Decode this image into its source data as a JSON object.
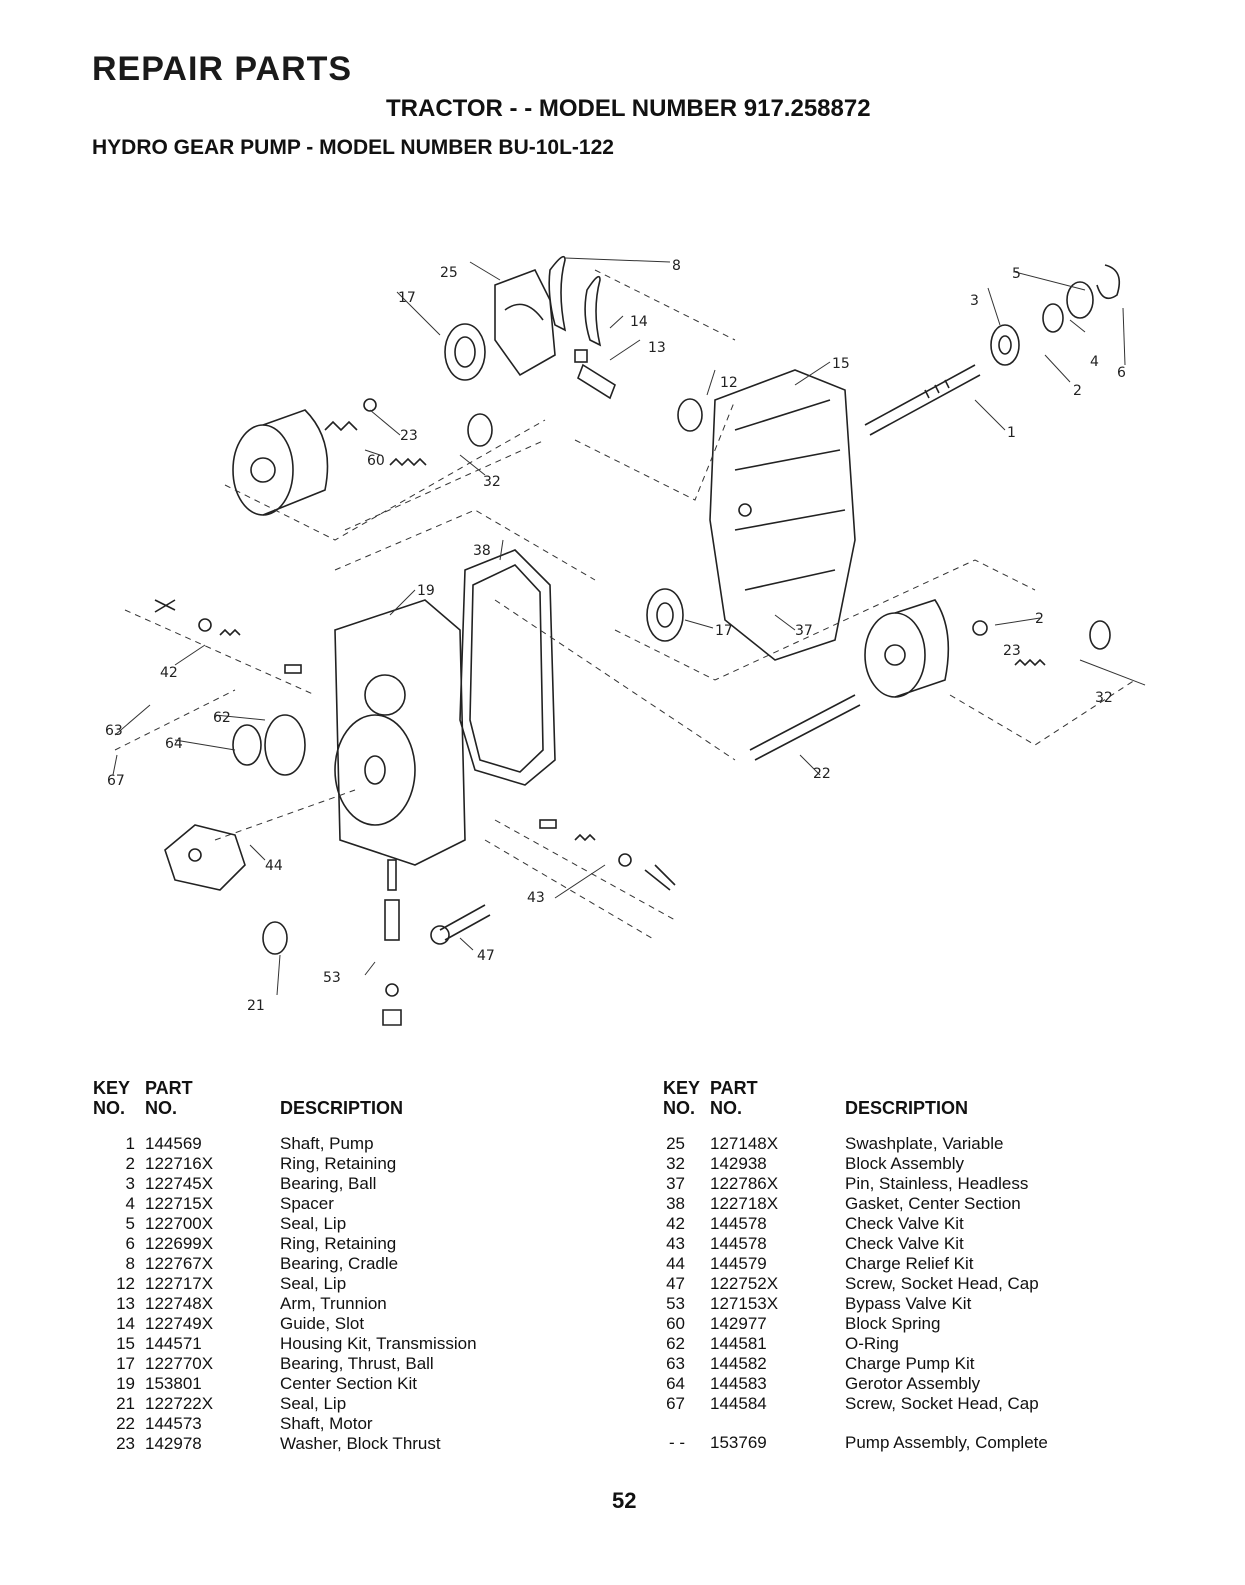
{
  "header": {
    "title": "REPAIR PARTS",
    "model": "TRACTOR - - MODEL NUMBER 917.258872",
    "subtitle": "HYDRO GEAR PUMP - MODEL NUMBER BU-10L-122"
  },
  "diagram": {
    "callouts": [
      "25",
      "17",
      "8",
      "14",
      "13",
      "12",
      "15",
      "3",
      "5",
      "4",
      "6",
      "2",
      "1",
      "23",
      "60",
      "32",
      "38",
      "19",
      "42",
      "63",
      "62",
      "64",
      "67",
      "44",
      "17",
      "37",
      "2",
      "23",
      "32",
      "22",
      "43",
      "47",
      "21",
      "53"
    ]
  },
  "table_headers": {
    "key_top": "KEY",
    "key_bottom": "NO.",
    "part_top": "PART",
    "part_bottom": "NO.",
    "description": "DESCRIPTION"
  },
  "parts_left": [
    {
      "key": "1",
      "part": "144569",
      "desc": "Shaft, Pump"
    },
    {
      "key": "2",
      "part": "122716X",
      "desc": "Ring, Retaining"
    },
    {
      "key": "3",
      "part": "122745X",
      "desc": "Bearing, Ball"
    },
    {
      "key": "4",
      "part": "122715X",
      "desc": "Spacer"
    },
    {
      "key": "5",
      "part": "122700X",
      "desc": "Seal, Lip"
    },
    {
      "key": "6",
      "part": "122699X",
      "desc": "Ring, Retaining"
    },
    {
      "key": "8",
      "part": "122767X",
      "desc": "Bearing, Cradle"
    },
    {
      "key": "12",
      "part": "122717X",
      "desc": "Seal, Lip"
    },
    {
      "key": "13",
      "part": "122748X",
      "desc": "Arm, Trunnion"
    },
    {
      "key": "14",
      "part": "122749X",
      "desc": "Guide, Slot"
    },
    {
      "key": "15",
      "part": "144571",
      "desc": "Housing Kit, Transmission"
    },
    {
      "key": "17",
      "part": "122770X",
      "desc": "Bearing, Thrust, Ball"
    },
    {
      "key": "19",
      "part": "153801",
      "desc": "Center Section Kit"
    },
    {
      "key": "21",
      "part": "122722X",
      "desc": "Seal, Lip"
    },
    {
      "key": "22",
      "part": "144573",
      "desc": "Shaft, Motor"
    },
    {
      "key": "23",
      "part": "142978",
      "desc": "Washer, Block Thrust"
    }
  ],
  "parts_right": [
    {
      "key": "25",
      "part": "127148X",
      "desc": "Swashplate, Variable"
    },
    {
      "key": "32",
      "part": "142938",
      "desc": "Block Assembly"
    },
    {
      "key": "37",
      "part": "122786X",
      "desc": "Pin, Stainless, Headless"
    },
    {
      "key": "38",
      "part": "122718X",
      "desc": "Gasket, Center Section"
    },
    {
      "key": "42",
      "part": "144578",
      "desc": "Check Valve Kit"
    },
    {
      "key": "43",
      "part": "144578",
      "desc": "Check Valve Kit"
    },
    {
      "key": "44",
      "part": "144579",
      "desc": "Charge Relief Kit"
    },
    {
      "key": "47",
      "part": "122752X",
      "desc": "Screw, Socket Head, Cap"
    },
    {
      "key": "53",
      "part": "127153X",
      "desc": "Bypass Valve Kit"
    },
    {
      "key": "60",
      "part": "142977",
      "desc": "Block Spring"
    },
    {
      "key": "62",
      "part": "144581",
      "desc": "O-Ring"
    },
    {
      "key": "63",
      "part": "144582",
      "desc": "Charge Pump Kit"
    },
    {
      "key": "64",
      "part": "144583",
      "desc": "Gerotor Assembly"
    },
    {
      "key": "67",
      "part": "144584",
      "desc": "Screw, Socket Head, Cap"
    },
    {
      "key": "- -",
      "part": "153769",
      "desc": "Pump Assembly, Complete"
    }
  ],
  "page_number": "52"
}
